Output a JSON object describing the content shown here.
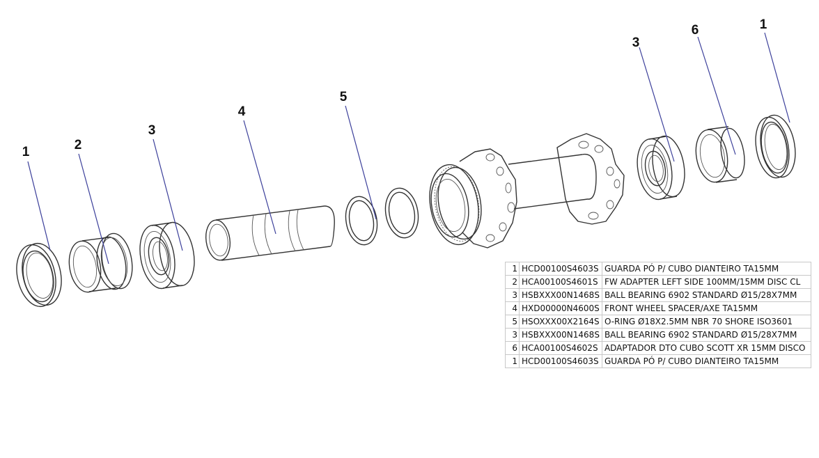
{
  "callouts": [
    "1",
    "2",
    "3",
    "4",
    "5",
    "3",
    "6",
    "1"
  ],
  "parts_table": {
    "rows": [
      {
        "item": "1",
        "code": "HCD00100S4603S",
        "description": "GUARDA PÓ P/ CUBO DIANTEIRO TA15MM"
      },
      {
        "item": "2",
        "code": "HCA00100S4601S",
        "description": "FW ADAPTER LEFT SIDE 100MM/15MM DISC CL"
      },
      {
        "item": "3",
        "code": "HSBXXX00N1468S",
        "description": "BALL BEARING 6902 STANDARD Ø15/28X7MM"
      },
      {
        "item": "4",
        "code": "HXD00000N4600S",
        "description": "FRONT WHEEL SPACER/AXE TA15MM"
      },
      {
        "item": "5",
        "code": "HSOXXX00X2164S",
        "description": "O-RING Ø18X2.5MM NBR 70 SHORE ISO3601"
      },
      {
        "item": "3",
        "code": "HSBXXX00N1468S",
        "description": "BALL BEARING 6902 STANDARD Ø15/28X7MM"
      },
      {
        "item": "6",
        "code": "HCA00100S4602S",
        "description": "ADAPTADOR DTO CUBO SCOTT XR 15MM DISCO"
      },
      {
        "item": "1",
        "code": "HCD00100S4603S",
        "description": "GUARDA PÓ P/ CUBO DIANTEIRO TA15MM"
      }
    ]
  }
}
